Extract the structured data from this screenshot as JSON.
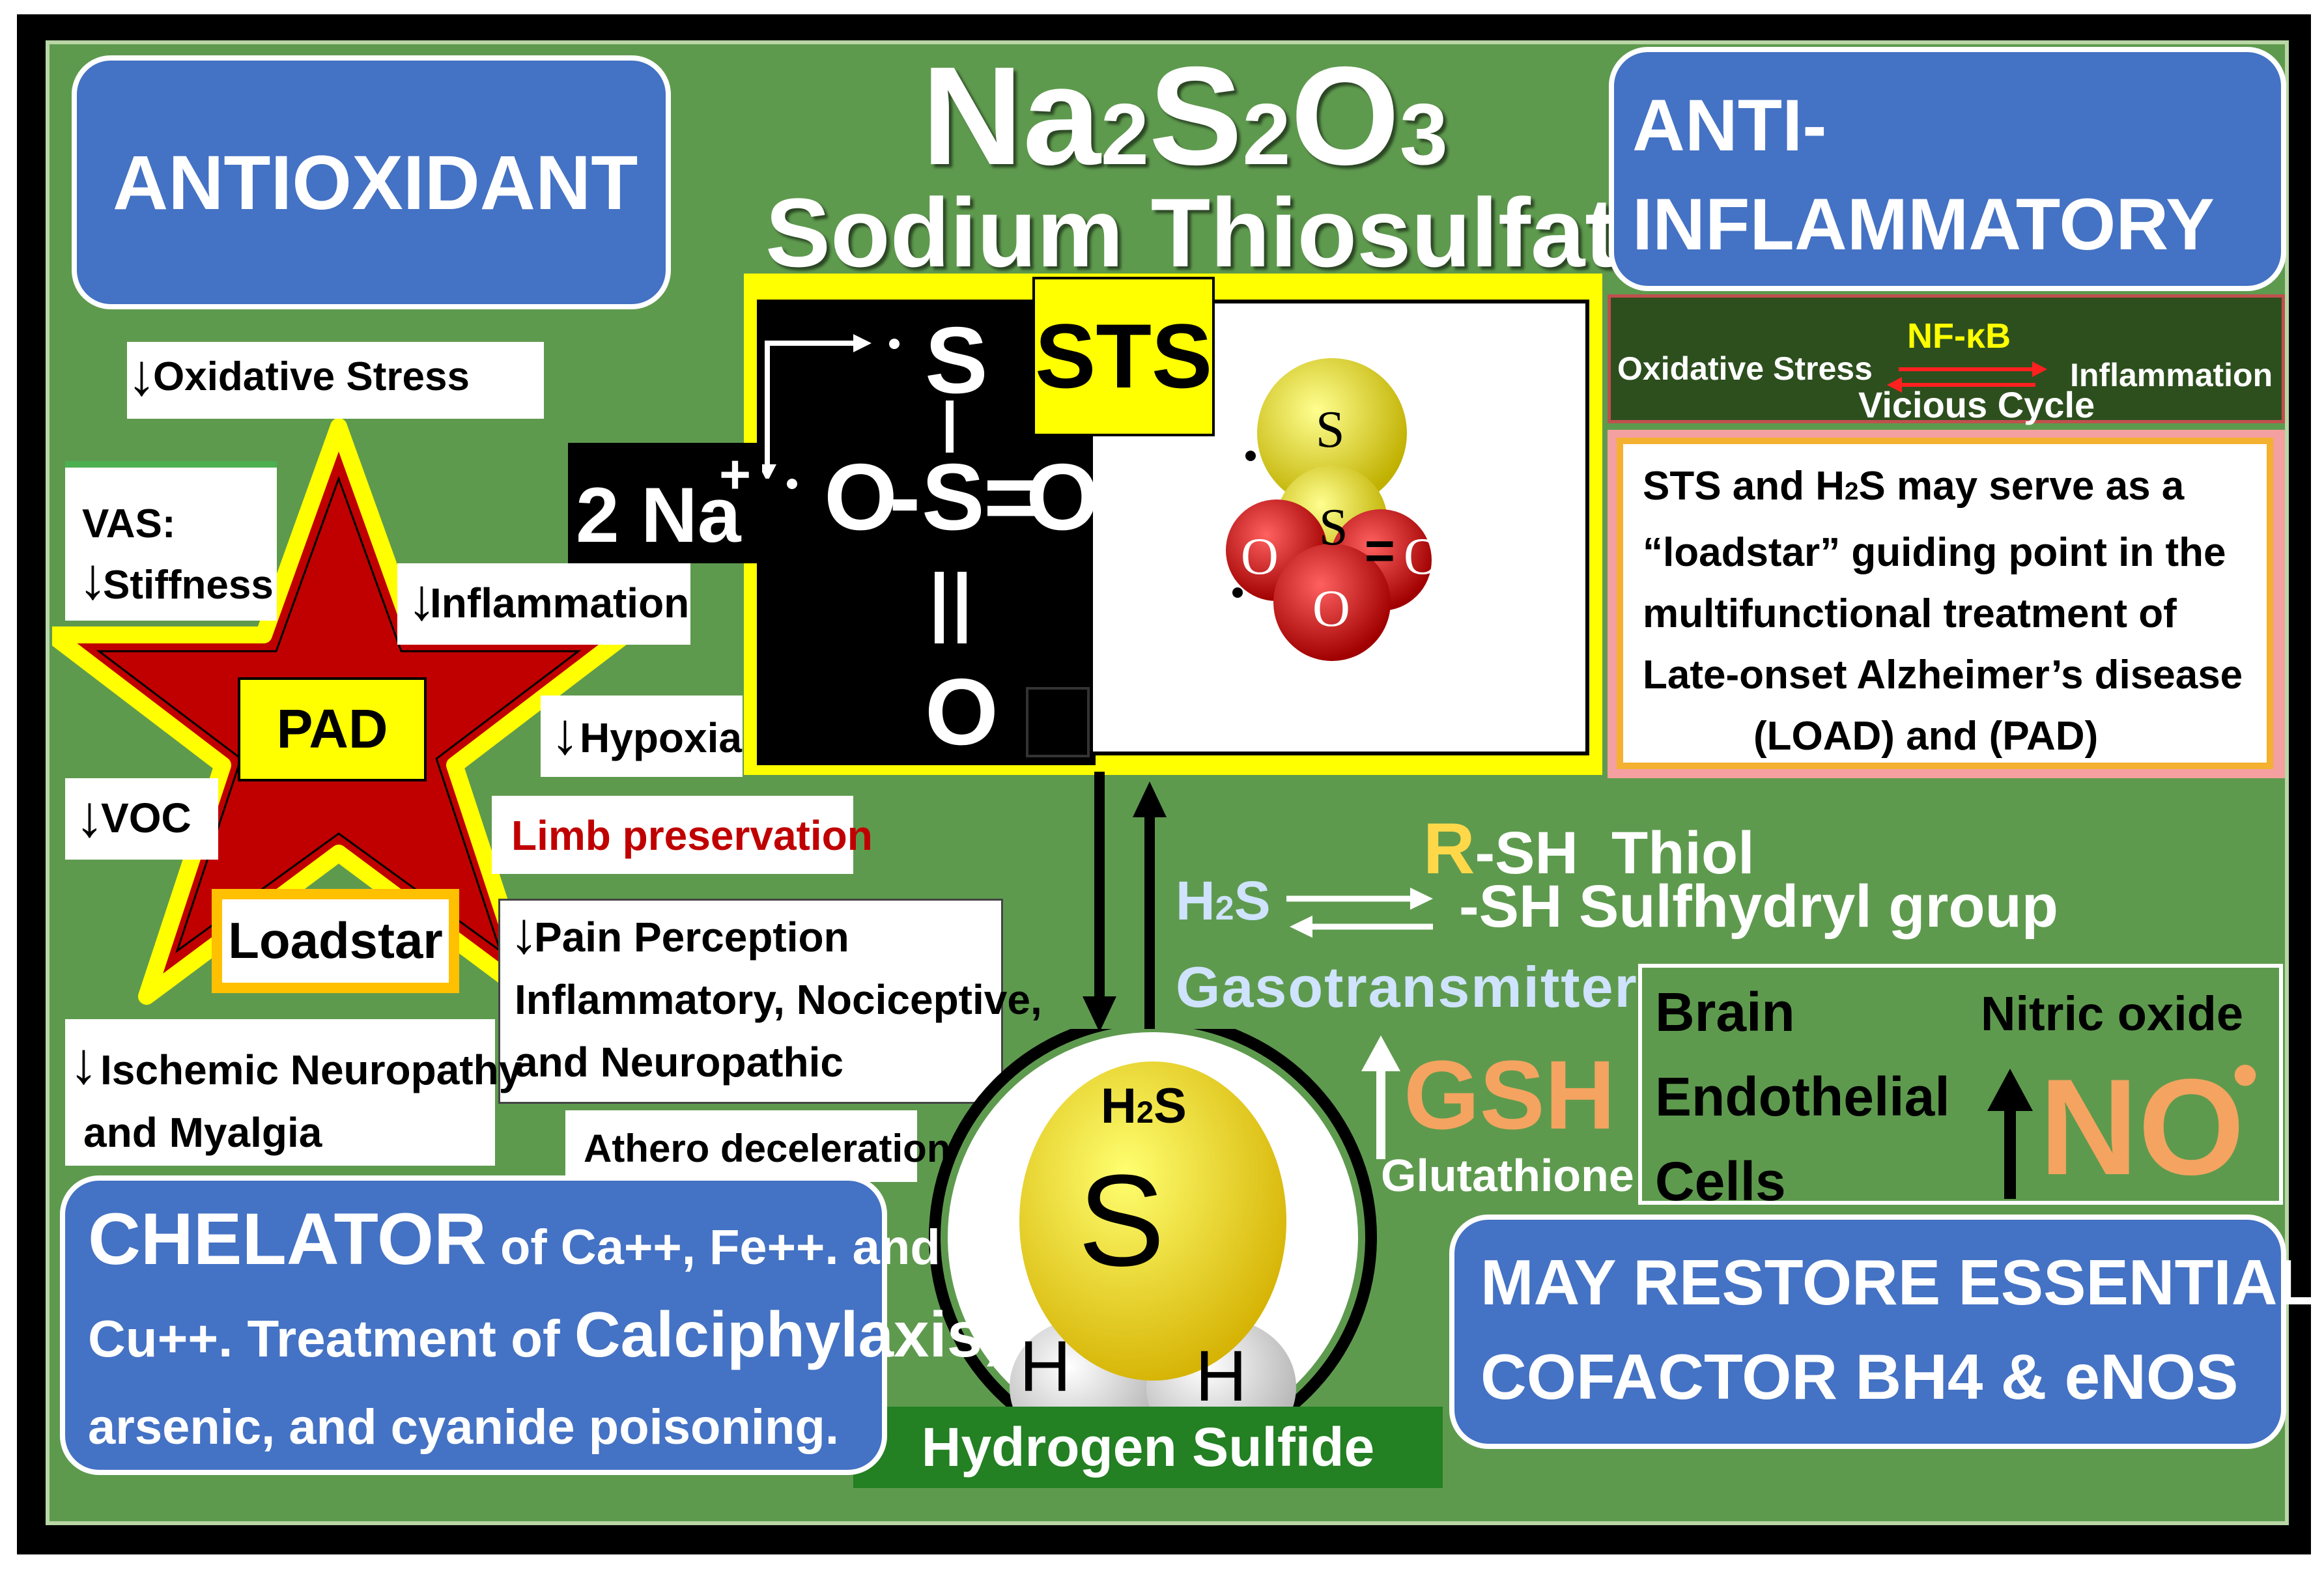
{
  "header": {
    "formula_parts": [
      "Na",
      "2",
      "S",
      "2",
      "O",
      "3"
    ],
    "name": "Sodium Thiosulfate"
  },
  "antioxidant": {
    "title": "ANTIOXIDANT"
  },
  "anti_inflammatory": {
    "title_line1": "ANTI-",
    "title_line2": "INFLAMMATORY"
  },
  "vicious_cycle": {
    "left": "Oxidative Stress",
    "top": "NF-κB",
    "right": "Inflammation",
    "bottom": "Vicious Cycle"
  },
  "loadstar_note": {
    "line1_a": "STS and H",
    "line1_sub": "2",
    "line1_b": "S may serve as a",
    "line2": "“loadstar” guiding point in the",
    "line3": "multifunctional treatment of",
    "line4": "Late-onset Alzheimer’s disease",
    "line5": "(LOAD) and (PAD)"
  },
  "star": {
    "center_label": "PAD",
    "bottom_label": "Loadstar"
  },
  "effects": {
    "oxidative_stress": "Oxidative Stress",
    "vas_line1": "VAS:",
    "vas_line2": "Stiffness",
    "inflammation": "Inflammation",
    "hypoxia": "Hypoxia",
    "limb": "Limb preservation",
    "voc": "VOC",
    "pain_line1": "Pain Perception",
    "pain_line2": "Inflammatory, Nociceptive,",
    "pain_line3": "and Neuropathic",
    "ischemic_line1": "Ischemic Neuropathy",
    "ischemic_line2": "and Myalgia",
    "athero": "Athero deceleration"
  },
  "structure": {
    "na_label": "2 Na",
    "na_charge": "+",
    "sts_label": "STS",
    "atom_s_top": "S",
    "atom_o_left": "O",
    "atom_s_center": "S",
    "atom_o_right": "O",
    "atom_o_bottom": "O",
    "bond_single": "-",
    "bond_double": "=",
    "model_s1": "S",
    "model_s2": "S",
    "model_o1": "O",
    "model_o2": "O",
    "model_o3": "O"
  },
  "thiol": {
    "r": "R",
    "thiol_rest": "-SH  Thiol",
    "h2s_a": "H",
    "h2s_sub": "2",
    "h2s_b": "S",
    "sulfhydryl": "-SH Sulfhydryl group",
    "gasotransmitter": "Gasotransmitter"
  },
  "gsh": {
    "label": "GSH",
    "sub": "Glutathione"
  },
  "brain_box": {
    "line1": "Brain",
    "line2": "Endothelial",
    "line3": "Cells",
    "nitric": "Nitric oxide",
    "no": "NO",
    "dot": "•"
  },
  "h2s_molecule": {
    "label_a": "H",
    "label_sub": "2",
    "label_b": "S",
    "s_atom": "S",
    "h_left": "H",
    "h_right": "H",
    "caption": "Hydrogen Sulfide"
  },
  "chelator": {
    "word": "CHELATOR",
    "rest1": " of Ca++, Fe++. and",
    "line2_a": "Cu++. Treatment of ",
    "line2_b": "Calciphylaxis,",
    "line3": "arsenic, and cyanide poisoning."
  },
  "restore": {
    "line1": "MAY RESTORE ESSENTIAL",
    "line2": "COFACTOR BH4 & eNOS"
  },
  "colors": {
    "panel_green": "#5e9a4e",
    "box_blue": "#4472c4",
    "yellow": "#ffff00",
    "star_red": "#c00000",
    "gsh_orange": "#f4a460",
    "limb_red": "#c00000",
    "thiol_yellow": "#ffd84a"
  },
  "icons": [
    "down-arrow-icon",
    "up-arrow-icon",
    "equilibrium-arrows-icon",
    "bidirectional-arrows-icon",
    "star-shape",
    "molecule-model"
  ]
}
